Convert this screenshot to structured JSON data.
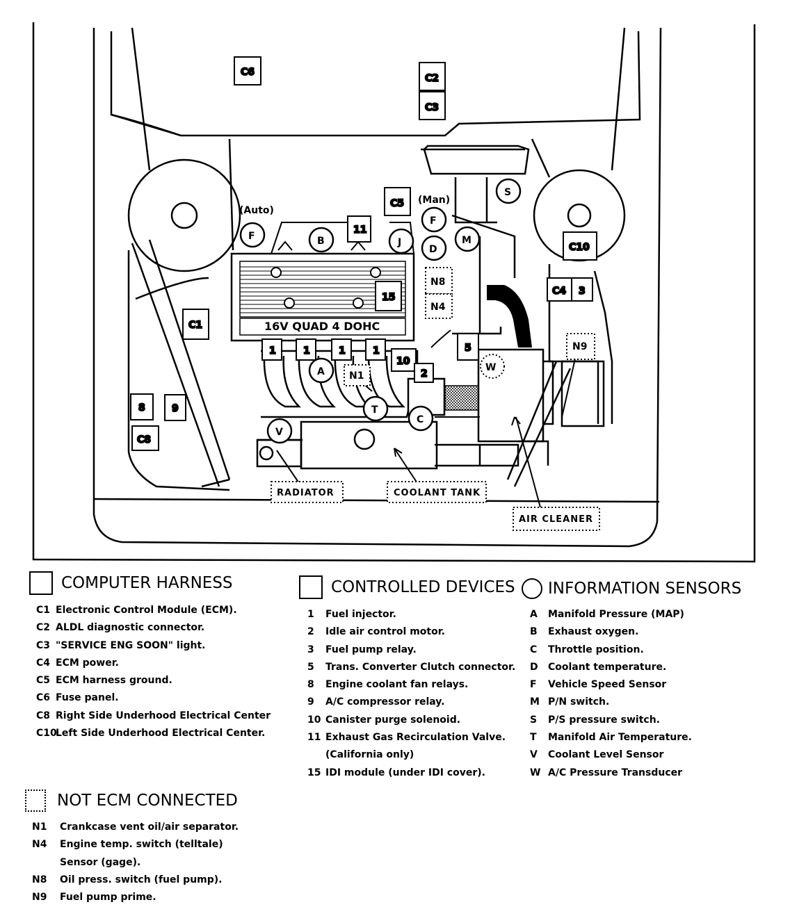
{
  "labels": {
    "c6": "C6",
    "c2": "C2",
    "c3": "C3",
    "c5": "C5",
    "c1": "C1",
    "c8": "C8",
    "c10": "C10",
    "c4": "C4",
    "n1": "N1",
    "n4": "N4",
    "n8": "N8",
    "n9": "N9",
    "d1": "1",
    "d2": "2",
    "d3": "3",
    "d5": "5",
    "d8": "8",
    "d9": "9",
    "d10": "10",
    "d11": "11",
    "d15": "15",
    "sA": "A",
    "sB": "B",
    "sC": "C",
    "sD": "D",
    "sF": "F",
    "sJ": "J",
    "sM": "M",
    "sS": "S",
    "sT": "T",
    "sV": "V",
    "sW": "W",
    "auto": "(Auto)",
    "man": "(Man)",
    "engine_cover": "16V QUAD 4 DOHC",
    "radiator": "RADIATOR",
    "coolant_tank": "COOLANT TANK",
    "air_cleaner": "AIR CLEANER"
  },
  "legend": {
    "computer_harness": {
      "title": "COMPUTER HARNESS",
      "items": [
        {
          "code": "C1",
          "text": "Electronic Control Module (ECM)."
        },
        {
          "code": "C2",
          "text": "ALDL diagnostic connector."
        },
        {
          "code": "C3",
          "text": "\"SERVICE ENG SOON\" light."
        },
        {
          "code": "C4",
          "text": "ECM power."
        },
        {
          "code": "C5",
          "text": "ECM harness ground."
        },
        {
          "code": "C6",
          "text": "Fuse panel."
        },
        {
          "code": "C8",
          "text": "Right Side Underhood Electrical  Center"
        },
        {
          "code": "C10",
          "text": "Left Side Underhood Electrical Center."
        }
      ]
    },
    "controlled_devices": {
      "title": "CONTROLLED DEVICES",
      "items": [
        {
          "code": "1",
          "text": "Fuel injector."
        },
        {
          "code": "2",
          "text": "Idle air control motor."
        },
        {
          "code": "3",
          "text": "Fuel pump relay."
        },
        {
          "code": "5",
          "text": "Trans. Converter Clutch connector."
        },
        {
          "code": "8",
          "text": "Engine coolant fan relays."
        },
        {
          "code": "9",
          "text": "A/C compressor relay."
        },
        {
          "code": "10",
          "text": "Canister purge solenoid."
        },
        {
          "code": "11",
          "text": "Exhaust Gas Recirculation Valve."
        },
        {
          "code": "",
          "text": "(California only)"
        },
        {
          "code": "15",
          "text": "IDI module (under IDI cover)."
        }
      ]
    },
    "information_sensors": {
      "title": "INFORMATION SENSORS",
      "items": [
        {
          "code": "A",
          "text": "Manifold Pressure (MAP)"
        },
        {
          "code": "B",
          "text": "Exhaust oxygen."
        },
        {
          "code": "C",
          "text": "Throttle position."
        },
        {
          "code": "D",
          "text": "Coolant temperature."
        },
        {
          "code": "F",
          "text": "Vehicle Speed Sensor"
        },
        {
          "code": "M",
          "text": "P/N switch."
        },
        {
          "code": "S",
          "text": "P/S pressure switch."
        },
        {
          "code": "T",
          "text": "Manifold Air Temperature."
        },
        {
          "code": "V",
          "text": "Coolant Level Sensor"
        },
        {
          "code": "W",
          "text": "A/C Pressure Transducer"
        }
      ]
    },
    "not_ecm_connected": {
      "title": "NOT ECM CONNECTED",
      "items": [
        {
          "code": "N1",
          "text": "Crankcase vent oil/air separator."
        },
        {
          "code": "N4",
          "text": "Engine temp. switch (telltale)"
        },
        {
          "code": "",
          "text": "Sensor (gage)."
        },
        {
          "code": "N8",
          "text": "Oil press. switch (fuel pump)."
        },
        {
          "code": "N9",
          "text": "Fuel pump prime."
        }
      ]
    }
  }
}
